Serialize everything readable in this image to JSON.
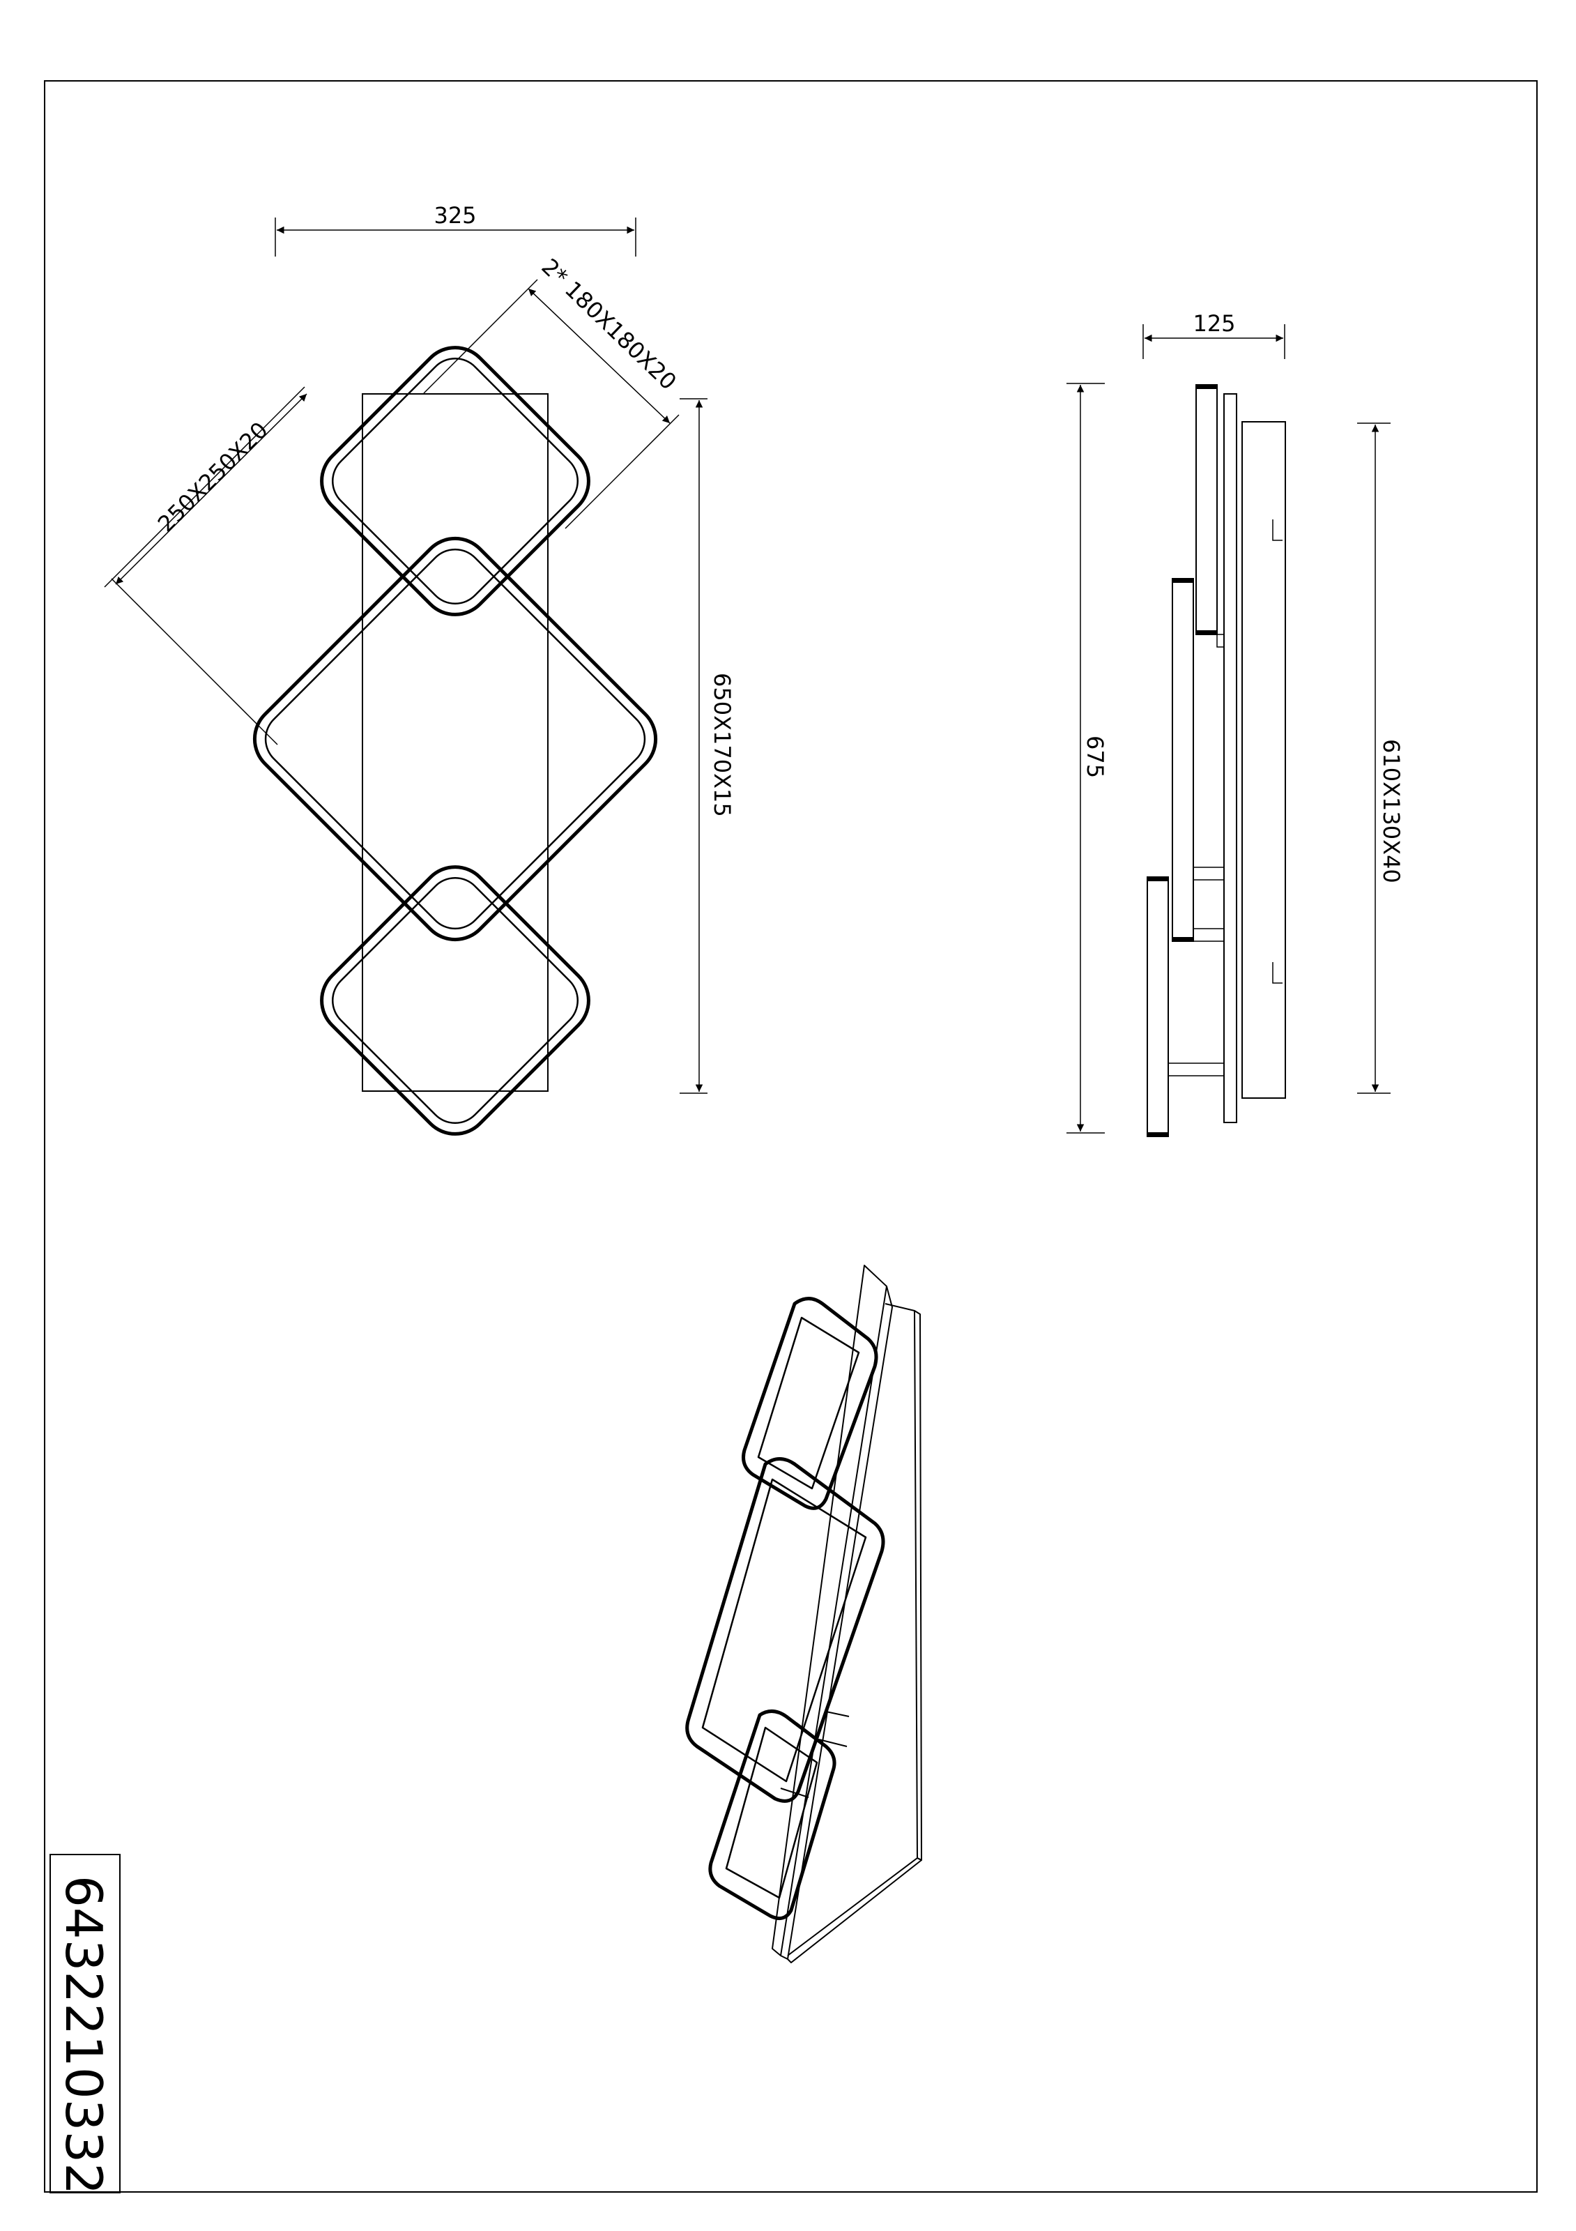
{
  "drawing": {
    "article_number": "6432210332",
    "front_view": {
      "width_dim": "325",
      "small_frame_dim": "2* 180X180X20",
      "large_frame_dim": "250X250X20",
      "backplate_dim": "650X170X15"
    },
    "side_view": {
      "depth_dim": "125",
      "height_dim": "675",
      "canopy_dim": "610X130X40"
    }
  }
}
